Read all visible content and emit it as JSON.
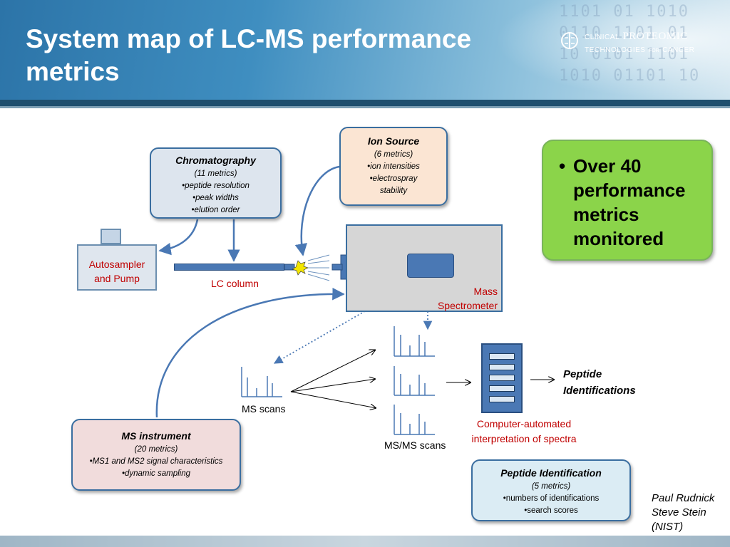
{
  "slide": {
    "title": "System map of LC-MS performance metrics"
  },
  "logo": {
    "line1_small": "CLINICAL",
    "line1_big": "PROTEOMIC",
    "line2_small": "TECHNOLOGIES",
    "line2_tiny": "FOR",
    "line2_small2": "CANCER"
  },
  "chromatography": {
    "title": "Chromatography",
    "count": "(11 metrics)",
    "items": [
      "•peptide resolution",
      "•peak widths",
      "•elution order"
    ]
  },
  "ion_source": {
    "title": "Ion Source",
    "count": "(6 metrics)",
    "items": [
      "•ion intensities",
      "•electrospray",
      "stability"
    ]
  },
  "callout": {
    "bullet": "•",
    "text": "Over 40 performance metrics monitored"
  },
  "autosampler": {
    "line1": "Autosampler",
    "line2": "and Pump"
  },
  "lc_column": "LC column",
  "mass_spec": {
    "line1": "Mass",
    "line2": "Spectrometer"
  },
  "ms_scans": "MS scans",
  "msms_scans": "MS/MS scans",
  "computer": {
    "line1": "Computer-automated",
    "line2": "interpretation of spectra"
  },
  "peptide_identifications": {
    "line1": "Peptide",
    "line2": "Identifications"
  },
  "ms_instrument": {
    "title": "MS instrument",
    "count": "(20 metrics)",
    "items": [
      "•MS1 and MS2 signal characteristics",
      "•dynamic sampling"
    ]
  },
  "peptide_identification_box": {
    "title": "Peptide Identification",
    "count": "(5 metrics)",
    "items": [
      "•numbers of identifications",
      "•search scores"
    ]
  },
  "credits": [
    "Paul Rudnick",
    "Steve Stein",
    "(NIST)"
  ],
  "colors": {
    "header_blue": "#2c74a8",
    "accent_red": "#c00000",
    "green_box": "#8bd44a",
    "arrow_blue": "#4a78b4"
  }
}
